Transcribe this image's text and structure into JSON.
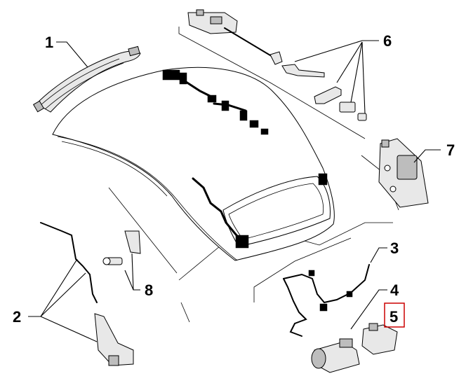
{
  "callouts": [
    {
      "id": "1",
      "label": "1",
      "highlighted": false
    },
    {
      "id": "2",
      "label": "2",
      "highlighted": false
    },
    {
      "id": "3",
      "label": "3",
      "highlighted": false
    },
    {
      "id": "4",
      "label": "4",
      "highlighted": false
    },
    {
      "id": "5",
      "label": "5",
      "highlighted": true
    },
    {
      "id": "6",
      "label": "6",
      "highlighted": false
    },
    {
      "id": "7",
      "label": "7",
      "highlighted": false
    },
    {
      "id": "8",
      "label": "8",
      "highlighted": false
    }
  ],
  "colors": {
    "line": "#000000",
    "background": "#ffffff",
    "highlight_box": "#cc0000",
    "part_fill": "#e8e8e8"
  }
}
